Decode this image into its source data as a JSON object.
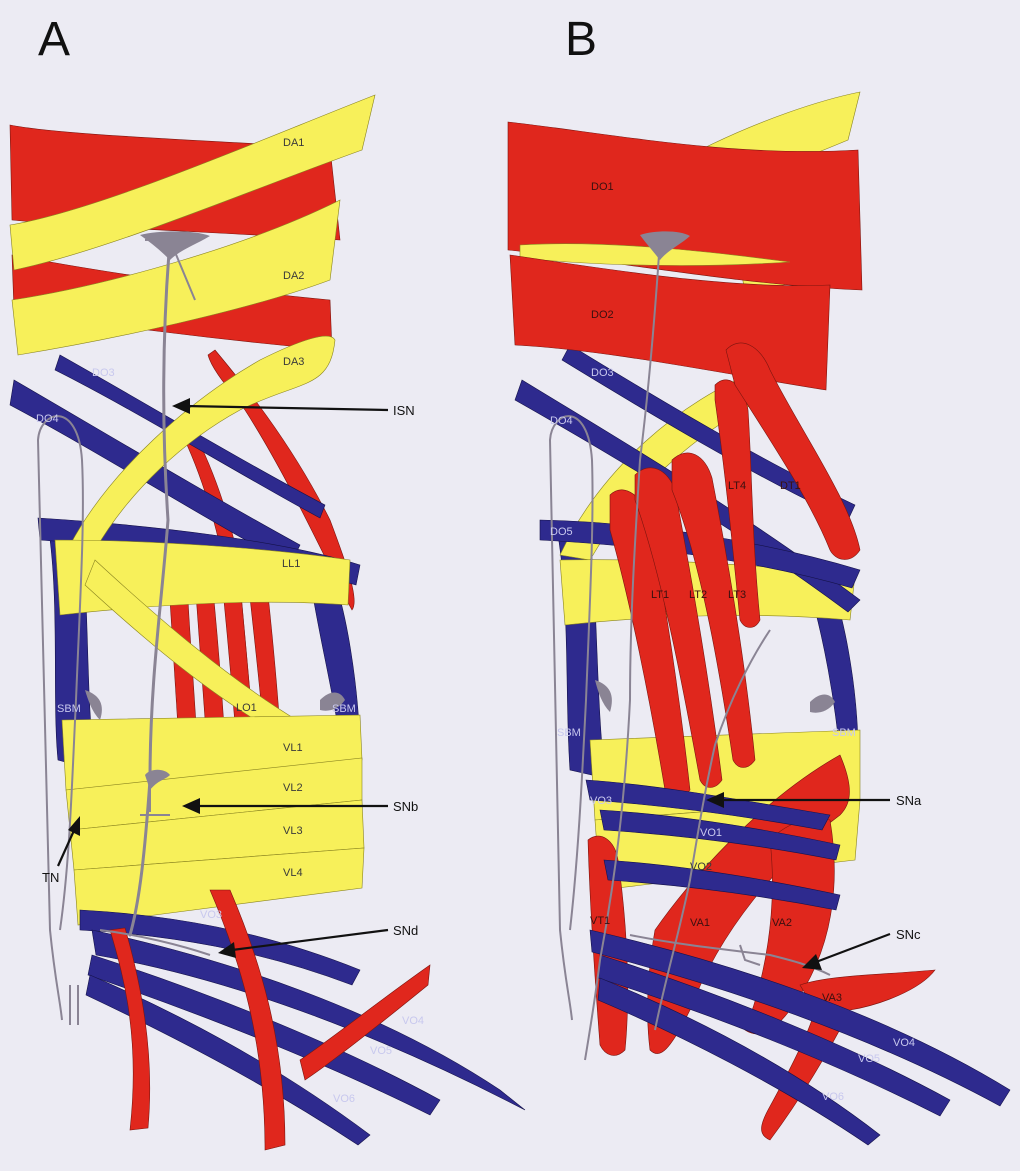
{
  "panels": {
    "a": {
      "letter": "A"
    },
    "b": {
      "letter": "B"
    }
  },
  "labels_a": {
    "DA1": "DA1",
    "DA2": "DA2",
    "DA3": "DA3",
    "DO3": "DO3",
    "DO4": "DO4",
    "LL1": "LL1",
    "LO1": "LO1",
    "SBM_left": "SBM",
    "SBM_right": "SBM",
    "VL1": "VL1",
    "VL2": "VL2",
    "VL3": "VL3",
    "VL4": "VL4",
    "VO3": "VO3",
    "VO4": "VO4",
    "VO5": "VO5",
    "VO6": "VO6"
  },
  "callouts_a": {
    "ISN": "ISN",
    "SNb": "SNb",
    "TN": "TN",
    "SNd": "SNd"
  },
  "labels_b": {
    "DO1": "DO1",
    "DO2": "DO2",
    "DO3": "DO3",
    "DO4": "DO4",
    "DO5": "DO5",
    "LT1": "LT1",
    "LT2": "LT2",
    "LT3": "LT3",
    "LT4": "LT4",
    "DT1": "DT1",
    "SBM_left": "SBM",
    "SBM_right": "SBM",
    "VO1": "VO1",
    "VO2": "VO2",
    "VO3": "VO3",
    "VO4": "VO4",
    "VO5": "VO5",
    "VO6": "VO6",
    "VT1": "VT1",
    "VA1": "VA1",
    "VA2": "VA2",
    "VA3": "VA3"
  },
  "callouts_b": {
    "SNa": "SNa",
    "SNc": "SNc"
  },
  "colors": {
    "dorsal_acute_yellow": "#f7f05a",
    "muscle_red": "#e0271d",
    "oblique_blue": "#2e2a8e",
    "nerve_grey": "#8a8494"
  }
}
